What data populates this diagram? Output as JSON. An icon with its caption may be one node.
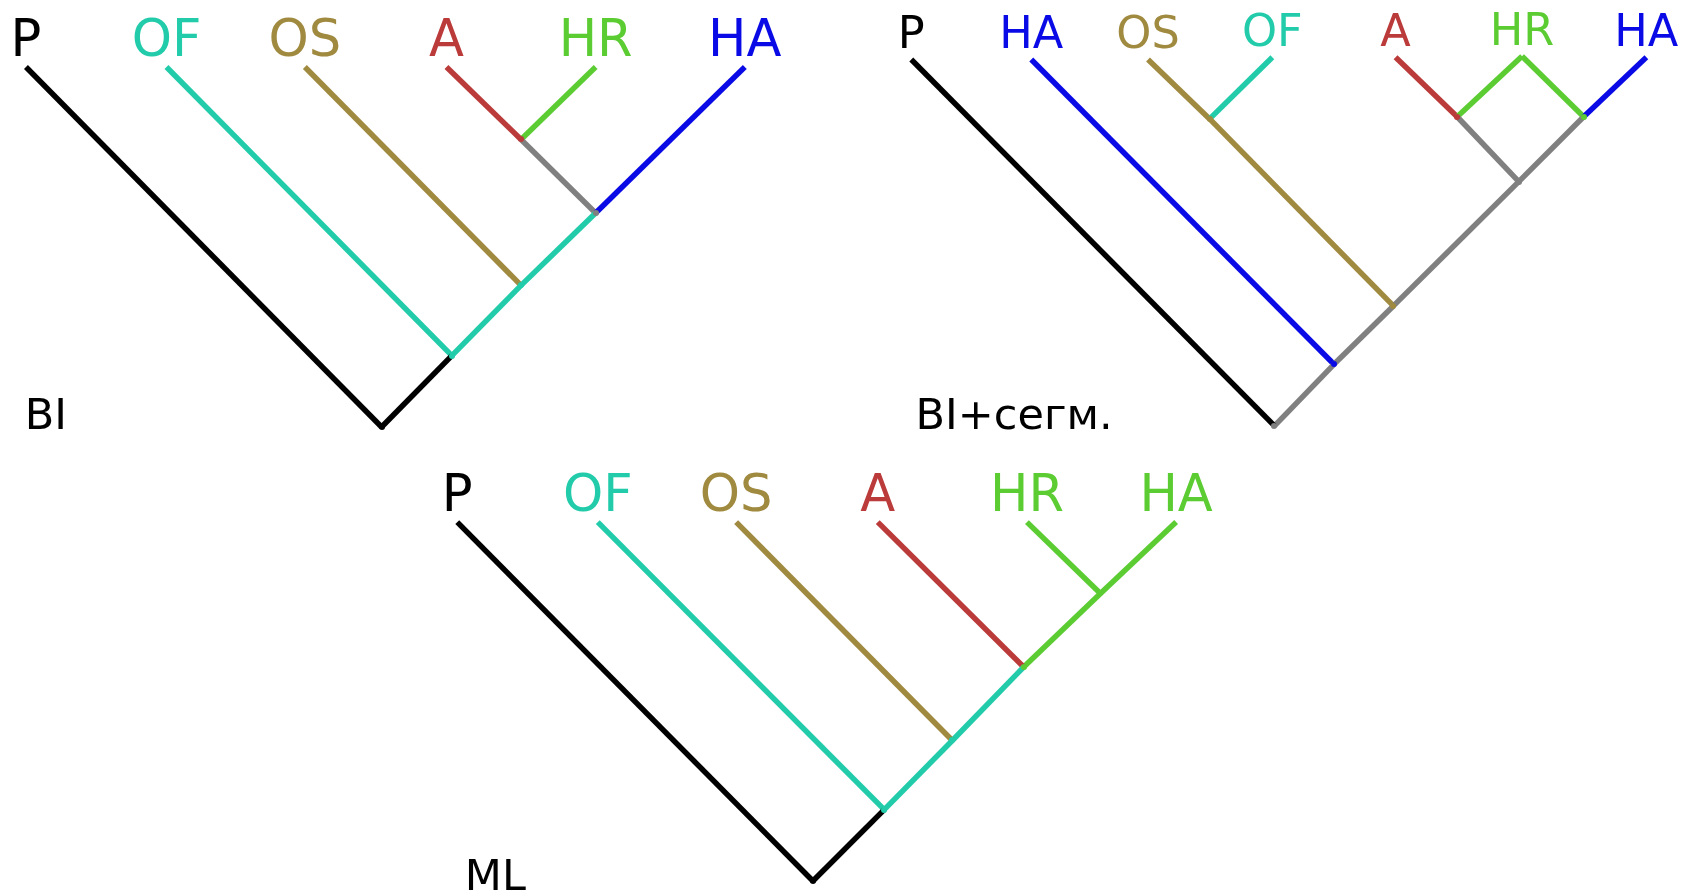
{
  "diagram": {
    "nodes": [
      {
        "text": [
          "P"
        ]
      },
      {
        "text": [
          "OF"
        ]
      },
      {
        "text": [
          "OS"
        ]
      },
      {
        "text": [
          "A"
        ]
      },
      {
        "text": [
          "HR"
        ]
      },
      {
        "text": [
          "HA"
        ]
      },
      {
        "text": [],
        "shape": "point"
      },
      {
        "text": [],
        "shape": "point"
      },
      {
        "text": [],
        "shape": "point"
      },
      {
        "text": [],
        "shape": "point"
      },
      {
        "text": [],
        "shape": "point"
      },
      {
        "text": [
          "P"
        ]
      },
      {
        "text": [
          "HA"
        ]
      },
      {
        "text": [
          "OS"
        ]
      },
      {
        "text": [
          "OF"
        ]
      },
      {
        "text": [
          "A"
        ]
      },
      {
        "text": [
          "HR"
        ]
      },
      {
        "text": [
          "HA"
        ]
      },
      {
        "text": [],
        "shape": "point"
      },
      {
        "text": [],
        "shape": "point"
      },
      {
        "text": [],
        "shape": "point"
      },
      {
        "text": [],
        "shape": "point"
      },
      {
        "text": [],
        "shape": "point"
      },
      {
        "text": [],
        "shape": "point"
      },
      {
        "text": [],
        "shape": "point"
      },
      {
        "text": [
          "P"
        ]
      },
      {
        "text": [
          "OF"
        ]
      },
      {
        "text": [
          "OS"
        ]
      },
      {
        "text": [
          "A"
        ]
      },
      {
        "text": [
          "HR"
        ]
      },
      {
        "text": [
          "HA"
        ]
      },
      {
        "text": [],
        "shape": "point"
      },
      {
        "text": [],
        "shape": "point"
      },
      {
        "text": [],
        "shape": "point"
      },
      {
        "text": [],
        "shape": "point"
      },
      {
        "text": [],
        "shape": "point"
      }
    ],
    "edges": [
      {
        "from": 3,
        "to": 6,
        "arrow": "none",
        "color": "#bb3a3a"
      },
      {
        "from": 4,
        "to": 6,
        "arrow": "none",
        "color": "#5ccc33"
      },
      {
        "from": 6,
        "to": 7,
        "arrow": "none",
        "color": "#808080"
      },
      {
        "from": 5,
        "to": 7,
        "arrow": "none",
        "color": "#0a0ae6"
      },
      {
        "from": 7,
        "to": 8,
        "arrow": "none",
        "color": "#22ccaa"
      },
      {
        "from": 2,
        "to": 8,
        "arrow": "none",
        "color": "#a08a40"
      },
      {
        "from": 8,
        "to": 9,
        "arrow": "none",
        "color": "#22ccaa"
      },
      {
        "from": 1,
        "to": 9,
        "arrow": "none",
        "color": "#22ccaa"
      },
      {
        "from": 9,
        "to": 10,
        "arrow": "none",
        "color": "#000000"
      },
      {
        "from": 0,
        "to": 10,
        "arrow": "none",
        "color": "#000000"
      },
      {
        "from": 13,
        "to": 18,
        "arrow": "none",
        "color": "#a08a40"
      },
      {
        "from": 14,
        "to": 18,
        "arrow": "none",
        "color": "#22ccaa"
      },
      {
        "from": 15,
        "to": 19,
        "arrow": "none",
        "color": "#bb3a3a"
      },
      {
        "from": 16,
        "to": 19,
        "arrow": "none",
        "color": "#5ccc33"
      },
      {
        "from": 16,
        "to": 20,
        "arrow": "none",
        "color": "#5ccc33"
      },
      {
        "from": 17,
        "to": 20,
        "arrow": "none",
        "color": "#0a0ae6"
      },
      {
        "from": 19,
        "to": 21,
        "arrow": "none",
        "color": "#808080"
      },
      {
        "from": 20,
        "to": 21,
        "arrow": "none",
        "color": "#808080"
      },
      {
        "from": 18,
        "to": 22,
        "arrow": "none",
        "color": "#a08a40"
      },
      {
        "from": 21,
        "to": 22,
        "arrow": "none",
        "color": "#808080"
      },
      {
        "from": 12,
        "to": 23,
        "arrow": "none",
        "color": "#0a0ae6"
      },
      {
        "from": 22,
        "to": 23,
        "arrow": "none",
        "color": "#808080"
      },
      {
        "from": 23,
        "to": 24,
        "arrow": "none",
        "color": "#808080"
      },
      {
        "from": 11,
        "to": 24,
        "arrow": "none",
        "color": "#000000"
      },
      {
        "from": 29,
        "to": 31,
        "arrow": "none",
        "color": "#5ccc33"
      },
      {
        "from": 30,
        "to": 31,
        "arrow": "none",
        "color": "#5ccc33"
      },
      {
        "from": 31,
        "to": 32,
        "arrow": "none",
        "color": "#5ccc33"
      },
      {
        "from": 28,
        "to": 32,
        "arrow": "none",
        "color": "#bb3a3a"
      },
      {
        "from": 32,
        "to": 33,
        "arrow": "none",
        "color": "#22ccaa"
      },
      {
        "from": 27,
        "to": 33,
        "arrow": "none",
        "color": "#a08a40"
      },
      {
        "from": 33,
        "to": 34,
        "arrow": "none",
        "color": "#22ccaa"
      },
      {
        "from": 26,
        "to": 34,
        "arrow": "none",
        "color": "#22ccaa"
      },
      {
        "from": 34,
        "to": 35,
        "arrow": "none",
        "color": "#000000"
      },
      {
        "from": 25,
        "to": 35,
        "arrow": "none",
        "color": "#000000"
      }
    ],
    "labels": [
      "BI",
      "BI+сегм.",
      "ML"
    ]
  }
}
